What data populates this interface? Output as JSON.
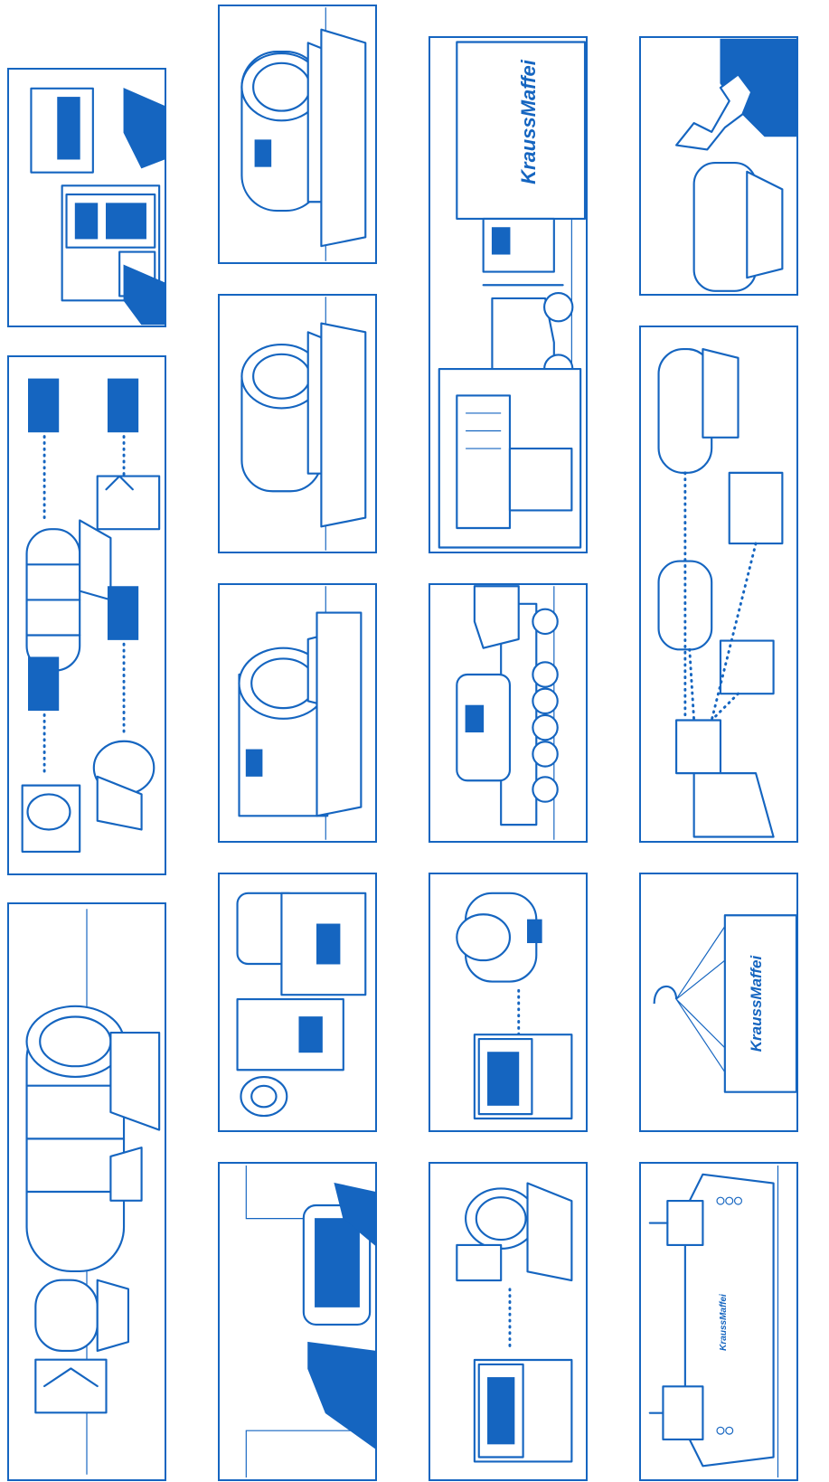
{
  "brand": {
    "truck_logo": "KraussMaffei",
    "crate_logo": "KraussMaffei",
    "ship_logo": "KraussMaffei"
  },
  "colors": {
    "ink": "#1565c0",
    "paper": "#ffffff"
  },
  "panels": [
    {
      "name": "assembled-machine",
      "icon": "machine-icon"
    },
    {
      "name": "components-to-documents",
      "icon": "component-icon"
    },
    {
      "name": "office-computer-printer",
      "icon": "computer-icon"
    },
    {
      "name": "hand-label",
      "icon": "label-icon"
    },
    {
      "name": "parts-crates",
      "icon": "crate-icon"
    },
    {
      "name": "machine-on-frame-1",
      "icon": "machine-icon"
    },
    {
      "name": "machine-on-frame-2",
      "icon": "machine-icon"
    },
    {
      "name": "machine-on-frame-3",
      "icon": "machine-icon"
    },
    {
      "name": "scan-to-laptop-1",
      "icon": "laptop-icon"
    },
    {
      "name": "scan-to-laptop-2",
      "icon": "laptop-icon"
    },
    {
      "name": "heavy-trailer",
      "icon": "trailer-icon"
    },
    {
      "name": "warehouse-forklift-truck",
      "icon": "truck-icon"
    },
    {
      "name": "cargo-ship",
      "icon": "ship-icon"
    },
    {
      "name": "crane-crate",
      "icon": "crane-hook-icon"
    },
    {
      "name": "hand-scanner-components",
      "icon": "scanner-icon"
    },
    {
      "name": "wrench-maintenance",
      "icon": "wrench-icon"
    }
  ]
}
